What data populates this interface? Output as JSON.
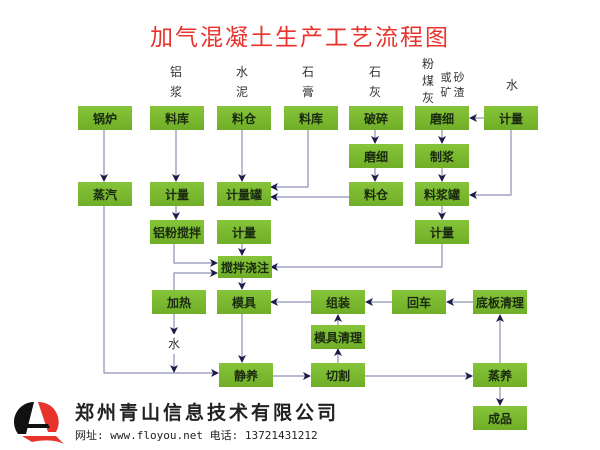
{
  "title": "加气混凝土生产工艺流程图",
  "sources": {
    "aluminum": [
      "铝",
      "浆"
    ],
    "cement": [
      "水",
      "泥"
    ],
    "gypsum": [
      "石",
      "膏"
    ],
    "lime": [
      "石",
      "灰"
    ],
    "flyash": [
      "粉",
      "煤",
      "灰"
    ],
    "or": [
      "或",
      "矿"
    ],
    "sand": [
      "砂",
      "渣"
    ],
    "water": "水"
  },
  "boxes": {
    "boiler": "锅炉",
    "store1": "料库",
    "silo1": "料仓",
    "store2": "料库",
    "crush": "破碎",
    "grind1": "磨细",
    "meter_water": "计量",
    "grind2": "磨细",
    "slurry_make": "制浆",
    "steam": "蒸汽",
    "meter1": "计量",
    "meter_tank": "计量罐",
    "silo2": "料仓",
    "slurry_tank": "料浆罐",
    "al_mix": "铝粉搅拌",
    "meter2": "计量",
    "meter3": "计量",
    "mix_pour": "搅拌浇注",
    "heat": "加热",
    "mold": "模具",
    "assemble": "组装",
    "return_cart": "回车",
    "plate_clean": "底板清理",
    "mold_clean": "模具清理",
    "rest": "静养",
    "cut": "切割",
    "autoclave": "蒸养",
    "product": "成品"
  },
  "water_label": "水",
  "footer": {
    "company": "郑州青山信息技术有限公司",
    "contact": "网址: www.floyou.net  电话: 13721431212"
  },
  "colors": {
    "title": "#e8332c",
    "box": "#7cba2f",
    "line": "#8c90b4",
    "arrow": "#1c1c4a"
  }
}
